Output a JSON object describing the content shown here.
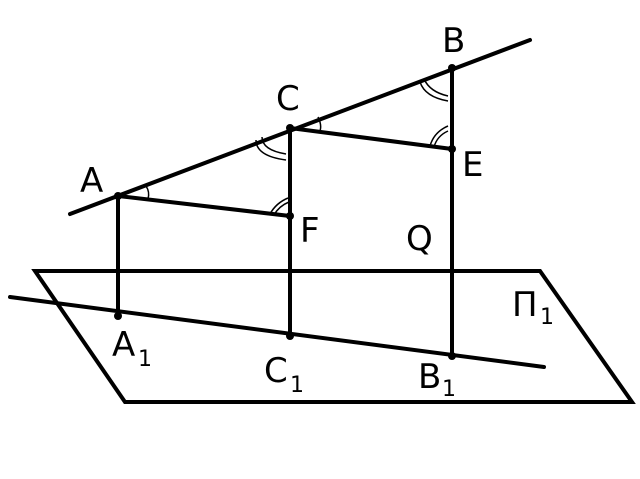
{
  "labels": {
    "A": "A",
    "B": "B",
    "C": "C",
    "E": "E",
    "F": "F",
    "Q": "Q",
    "A1": "A",
    "A1_sub": "1",
    "C1": "C",
    "C1_sub": "1",
    "B1": "B",
    "B1_sub": "1",
    "plane": "Π",
    "plane_sub": "1"
  }
}
